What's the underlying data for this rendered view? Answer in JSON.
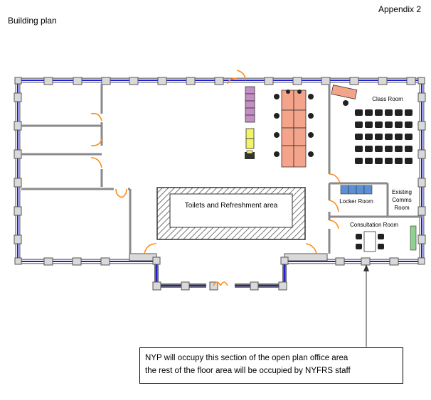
{
  "header": {
    "appendix_label": "Appendix 2",
    "title": "Building plan"
  },
  "rooms": {
    "toilets_label": "Toilets and Refreshment area",
    "class_room_label": "Class Room",
    "locker_room_label": "Locker Room",
    "comms_room_line1": "Existing",
    "comms_room_line2": "Comms",
    "comms_room_line3": "Room",
    "consultation_room_label": "Consultation Room"
  },
  "note": {
    "line1": "NYP will occupy this section of the open plan office area",
    "line2": "the rest of the floor area will be occupied by NYFRS staff"
  },
  "colors": {
    "wall_blue": "#1f1fd6",
    "door_orange": "#ff8c1a",
    "desk_salmon": "#f4a48a",
    "cabinet_violet": "#c48ec4",
    "cabinet_yellow": "#f3f36a",
    "locker_blue": "#5b8fd6",
    "bench_green": "#8fd18f"
  }
}
